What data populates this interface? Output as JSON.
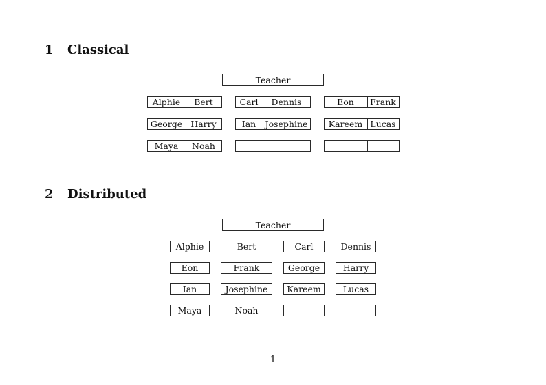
{
  "document": {
    "page_number": "1",
    "background_color": "#ffffff",
    "text_color": "#111111",
    "box_border_color": "#2a2a2a"
  },
  "sections": [
    {
      "number": "1",
      "title": "Classical",
      "teacher_label": "Teacher",
      "rows": [
        [
          [
            "Alphie",
            "Bert"
          ],
          [
            "Carl",
            "Dennis"
          ],
          [
            "Eon",
            "Frank"
          ]
        ],
        [
          [
            "George",
            "Harry"
          ],
          [
            "Ian",
            "Josephine"
          ],
          [
            "Kareem",
            "Lucas"
          ]
        ],
        [
          [
            "Maya",
            "Noah"
          ],
          [
            "",
            ""
          ],
          [
            "",
            ""
          ]
        ]
      ]
    },
    {
      "number": "2",
      "title": "Distributed",
      "teacher_label": "Teacher",
      "rows": [
        [
          "Alphie",
          "Bert",
          "Carl",
          "Dennis"
        ],
        [
          "Eon",
          "Frank",
          "George",
          "Harry"
        ],
        [
          "Ian",
          "Josephine",
          "Kareem",
          "Lucas"
        ],
        [
          "Maya",
          "Noah",
          "",
          ""
        ]
      ]
    }
  ]
}
